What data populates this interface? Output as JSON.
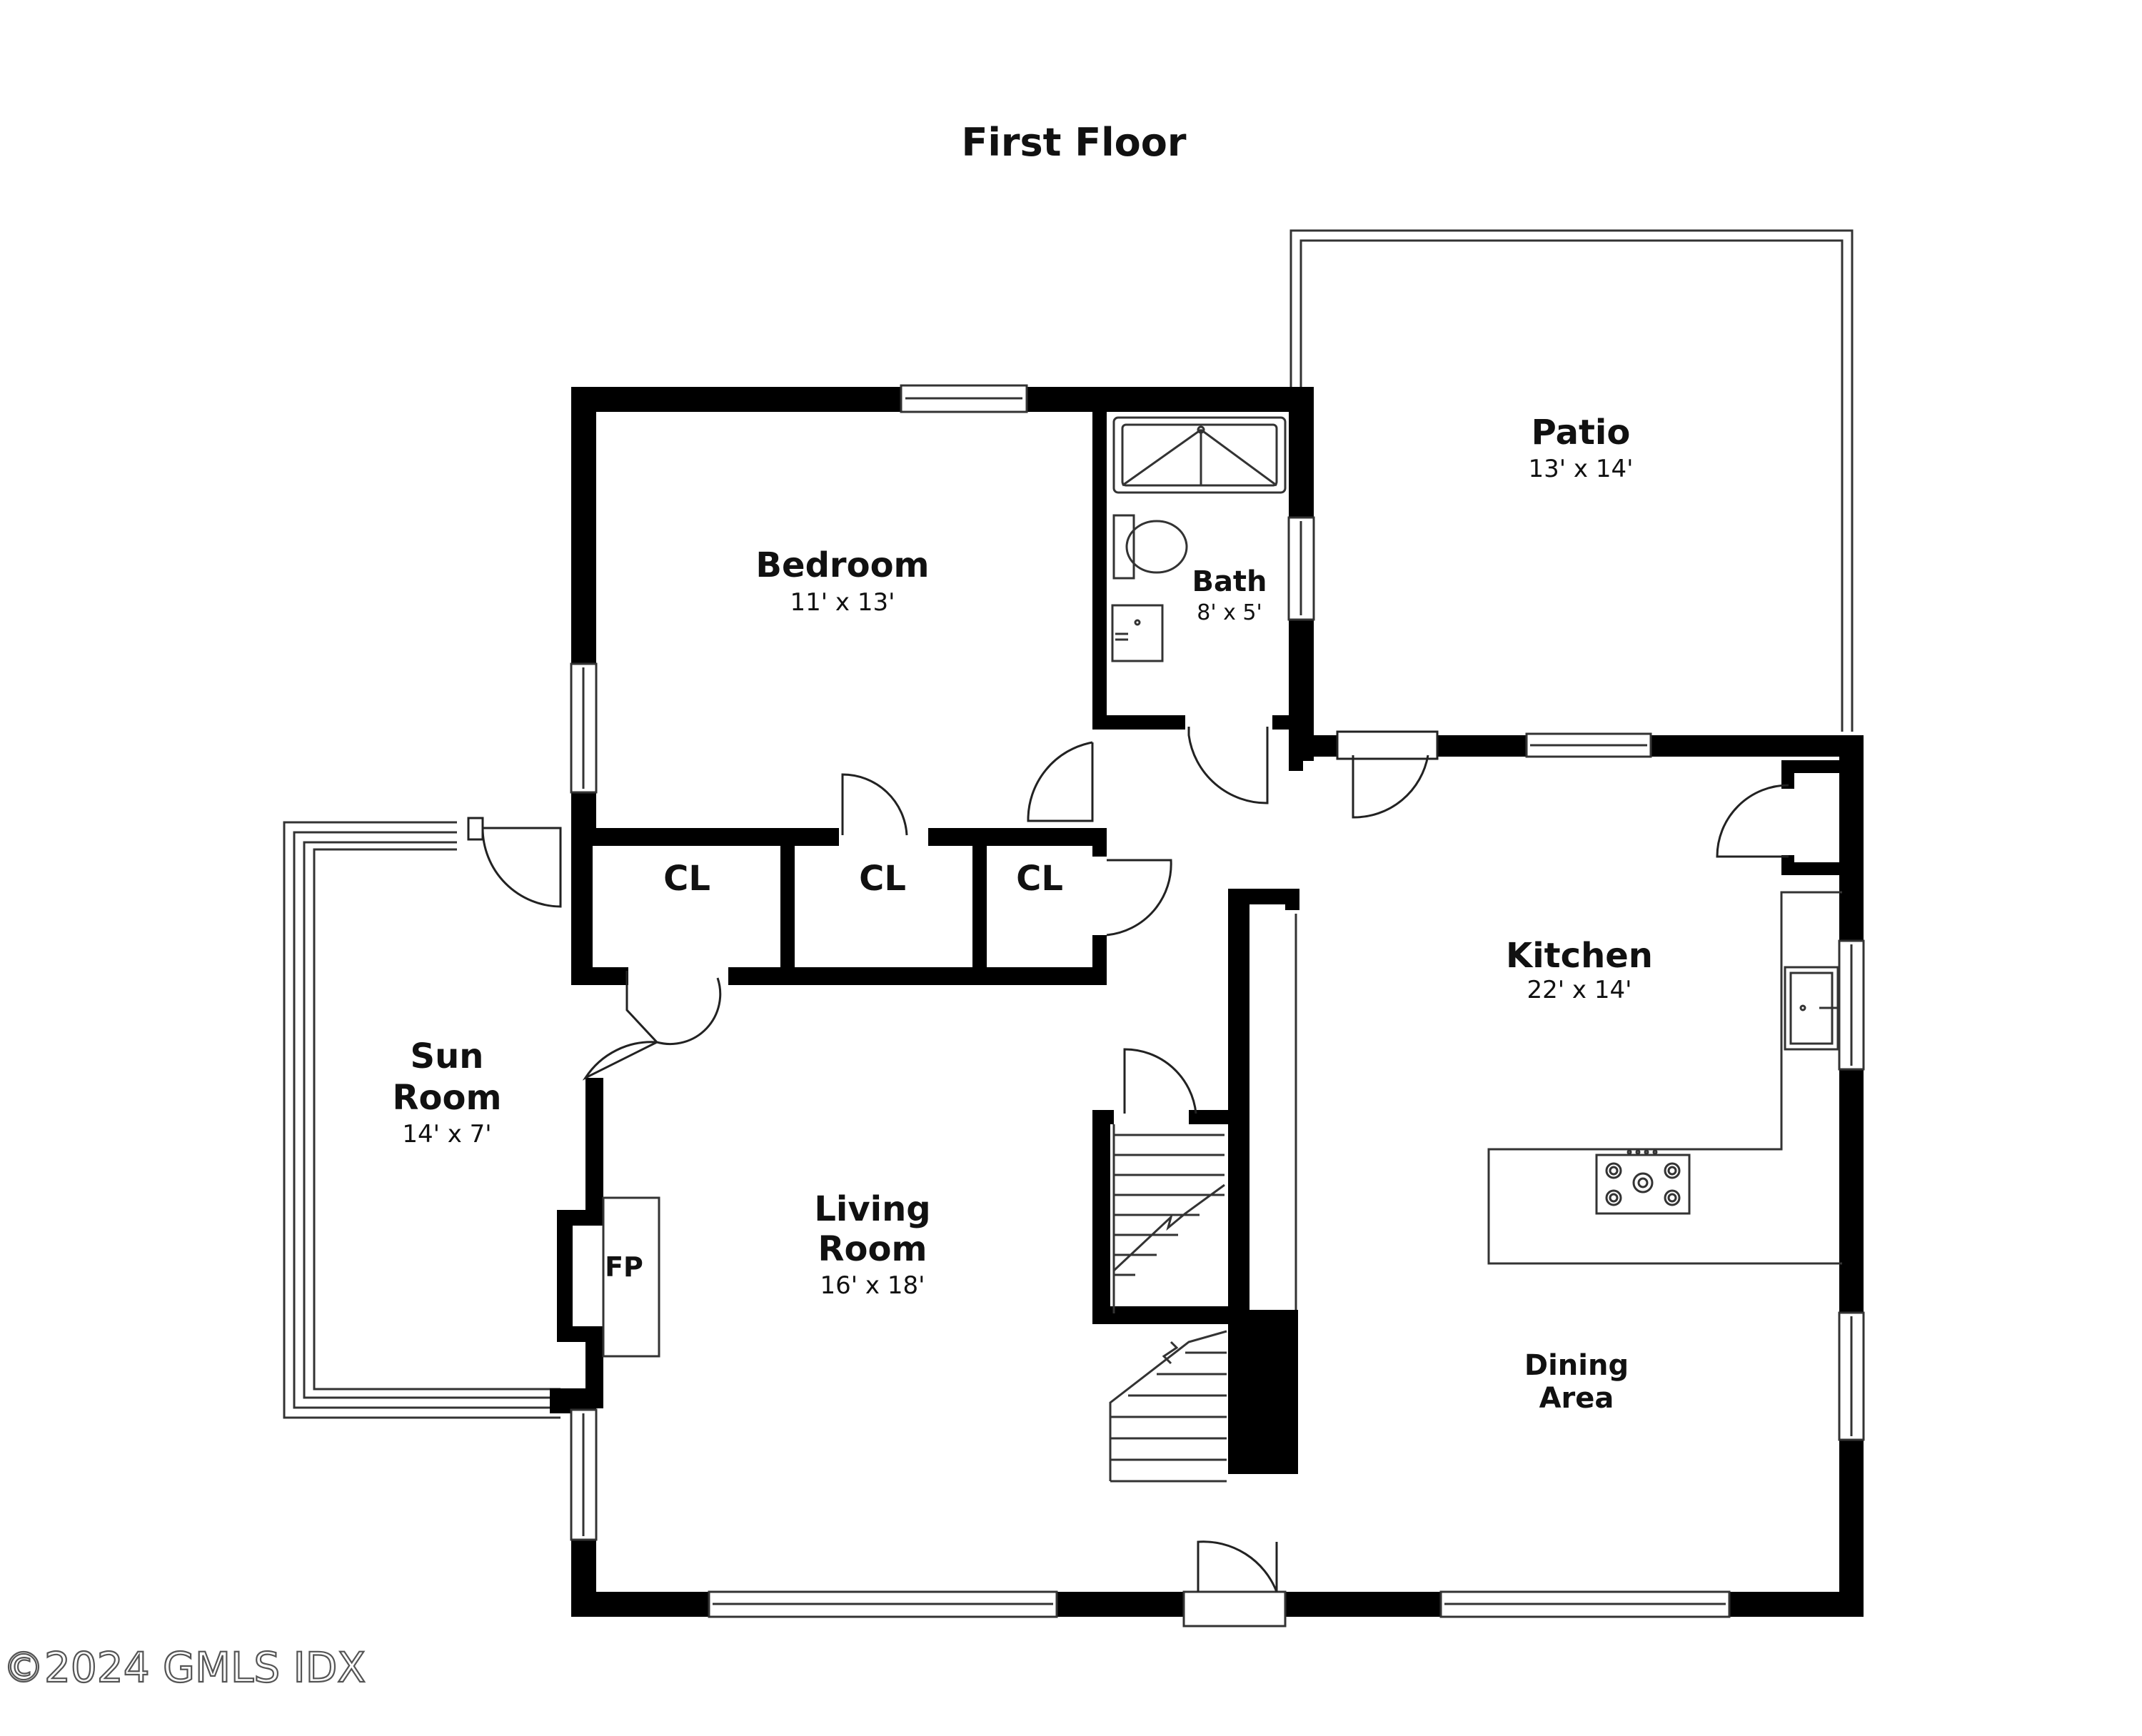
{
  "title": "First Floor",
  "rooms": {
    "patio": {
      "name": "Patio",
      "dims": "13' x 14'"
    },
    "bedroom": {
      "name": "Bedroom",
      "dims": "11' x 13'"
    },
    "bath": {
      "name": "Bath",
      "dims": "8' x 5'"
    },
    "closet1": {
      "name": "CL"
    },
    "closet2": {
      "name": "CL"
    },
    "closet3": {
      "name": "CL"
    },
    "kitchen": {
      "name": "Kitchen",
      "dims": "22' x 14'"
    },
    "sunroom": {
      "name_line1": "Sun",
      "name_line2": "Room",
      "dims": "14' x 7'"
    },
    "living": {
      "name_line1": "Living",
      "name_line2": "Room",
      "dims": "16' x 18'"
    },
    "fireplace": {
      "name": "FP"
    },
    "dining": {
      "name_line1": "Dining",
      "name_line2": "Area"
    }
  },
  "watermark": "©2024 GMLS IDX",
  "colors": {
    "wall": "#000000",
    "line": "#222222",
    "background": "#ffffff"
  }
}
